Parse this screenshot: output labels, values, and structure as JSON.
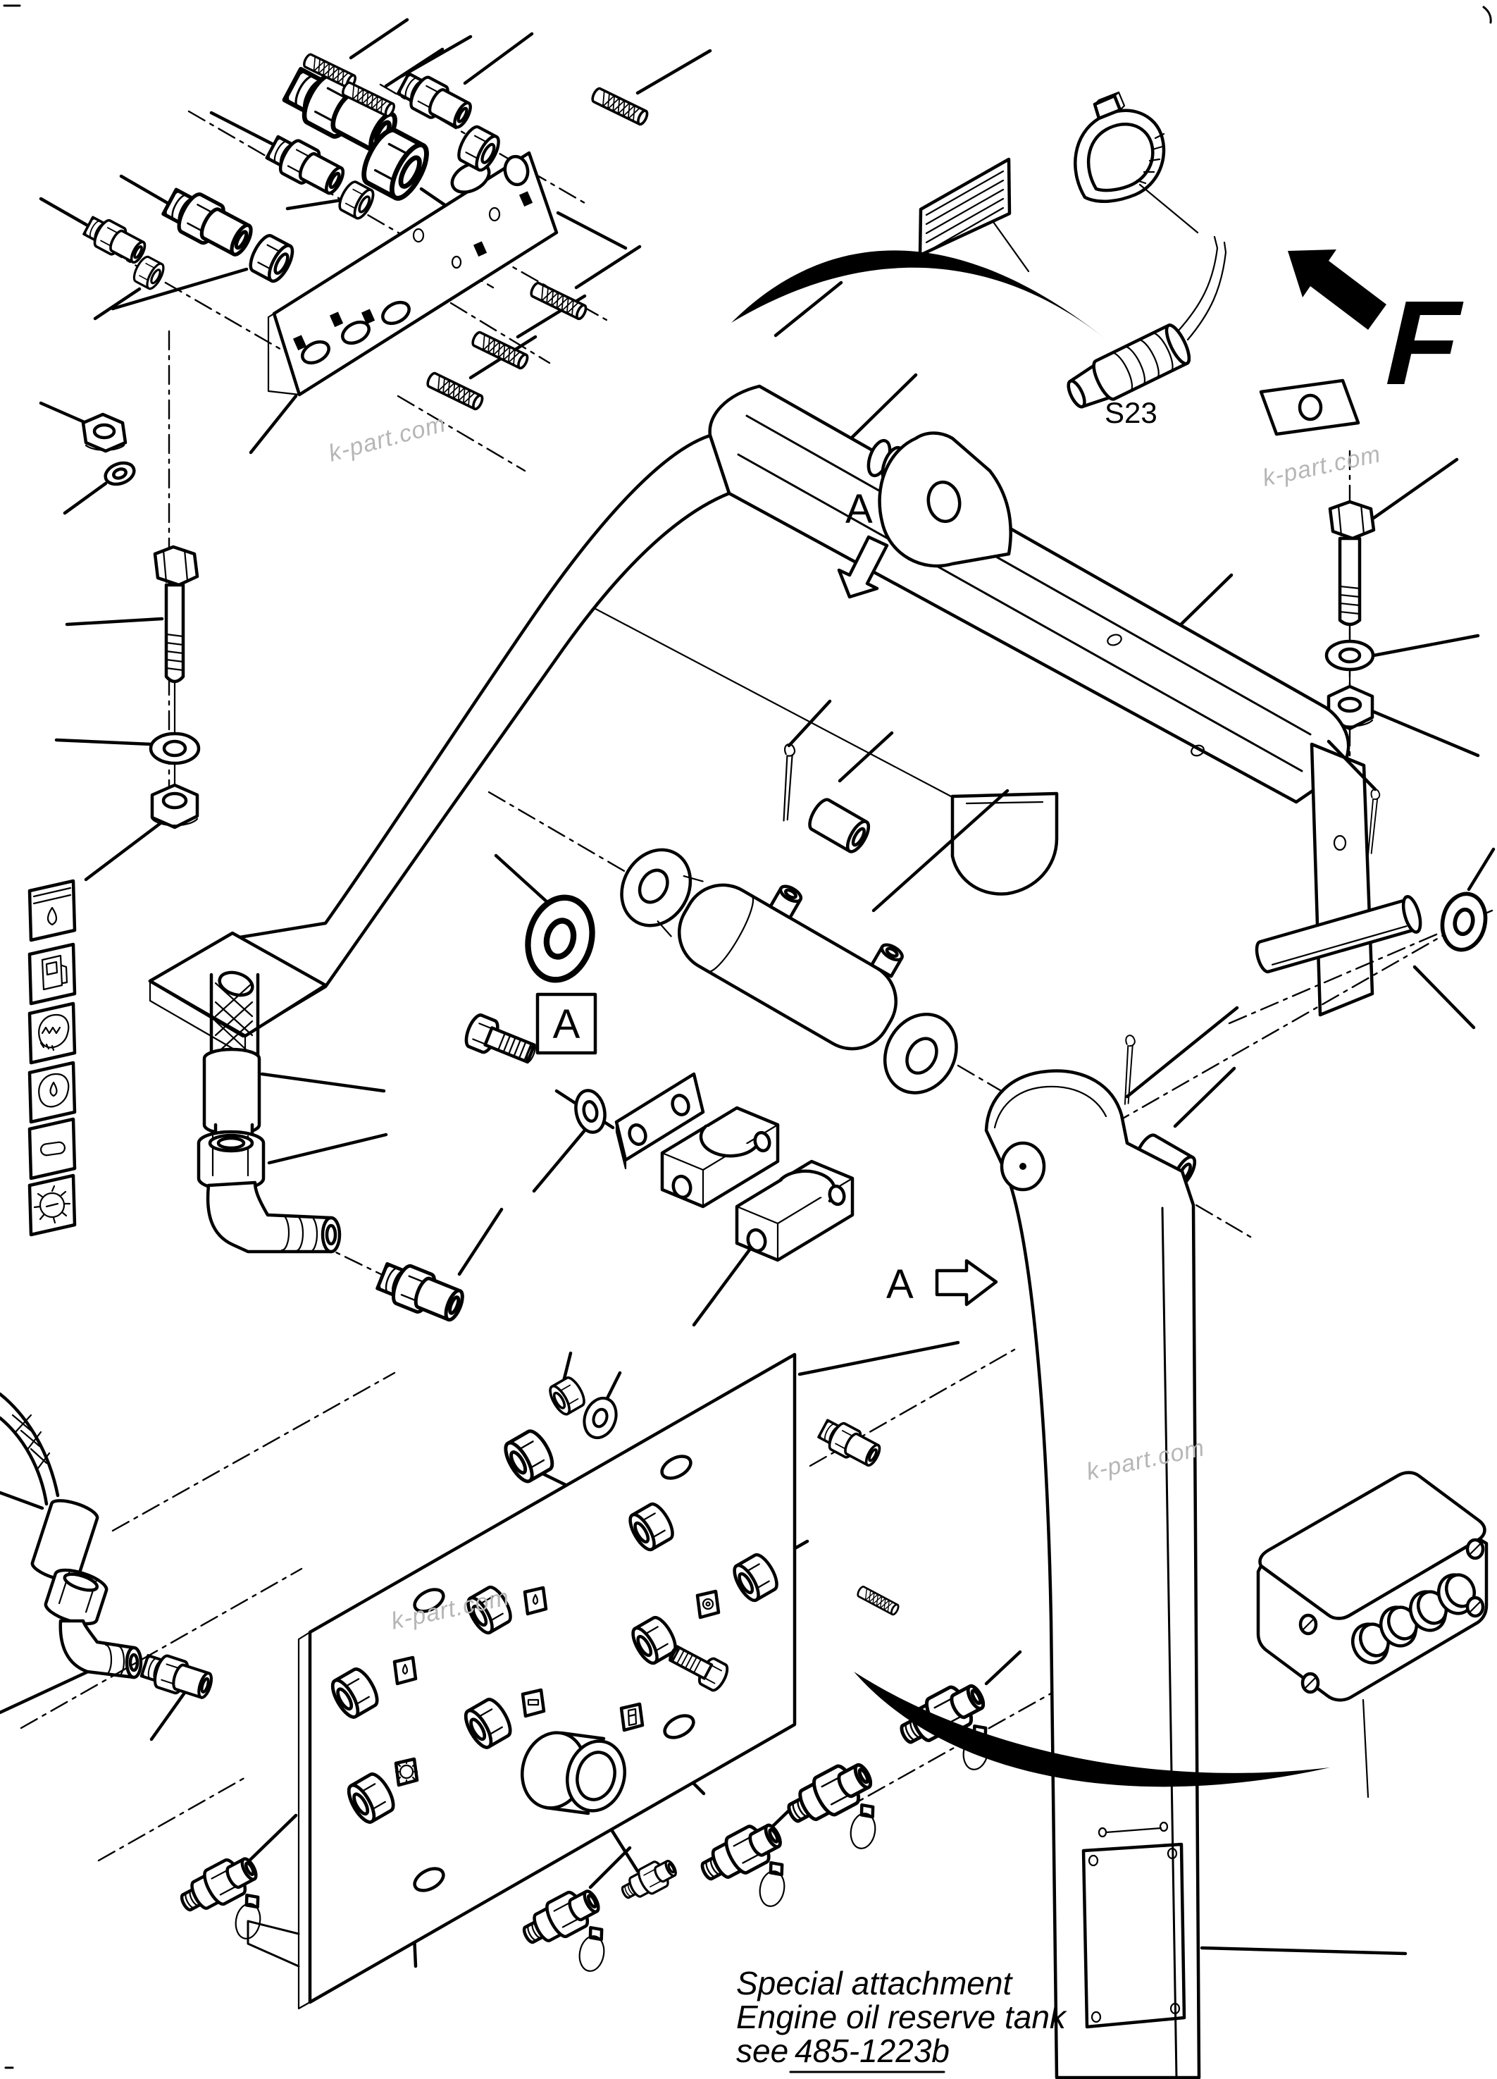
{
  "diagram": {
    "type": "exploded-parts-diagram",
    "line_color": "#000000",
    "background_color": "#ffffff",
    "watermark_color": "#b6b6b6"
  },
  "labels": {
    "detail_a_top": "A",
    "detail_a_boxed": "A",
    "detail_a_side": "A",
    "sensor": "S23",
    "view_direction": "F"
  },
  "watermarks": [
    "k-part.com",
    "k-part.com",
    "k-part.com",
    "k-part.com"
  ],
  "note": {
    "line1": "Special attachment",
    "line2": "Engine oil reserve tank",
    "see_prefix": "see",
    "reference": "485-1223b"
  },
  "decal_icons": [
    "oil-label-decal",
    "fuel-pump-decal",
    "glow-plug-decal",
    "oil-drop-decal",
    "slot-decal",
    "gear-decal"
  ]
}
